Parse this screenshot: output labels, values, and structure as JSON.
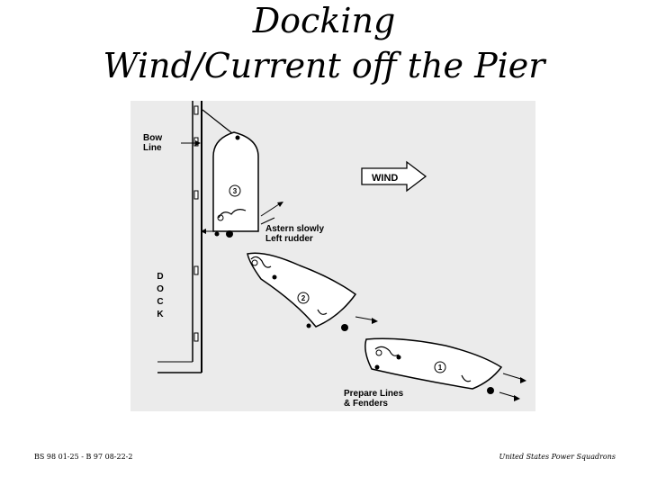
{
  "slide": {
    "title_line1": "Docking",
    "title_line2": "Wind/Current off the Pier",
    "footer_left": "BS 98 01-25 -   B 97 08-22-2",
    "footer_right": "United States Power Squadrons"
  },
  "diagram": {
    "bow_line_label": [
      "Bow",
      "Line"
    ],
    "wind_label": "WIND",
    "dock_label": [
      "D",
      "O",
      "C",
      "K"
    ],
    "astern_label": [
      "Astern slowly",
      "Left rudder"
    ],
    "prepare_label": [
      "Prepare Lines",
      "& Fenders"
    ],
    "boat_numbers": [
      "3",
      "2",
      "1"
    ]
  }
}
